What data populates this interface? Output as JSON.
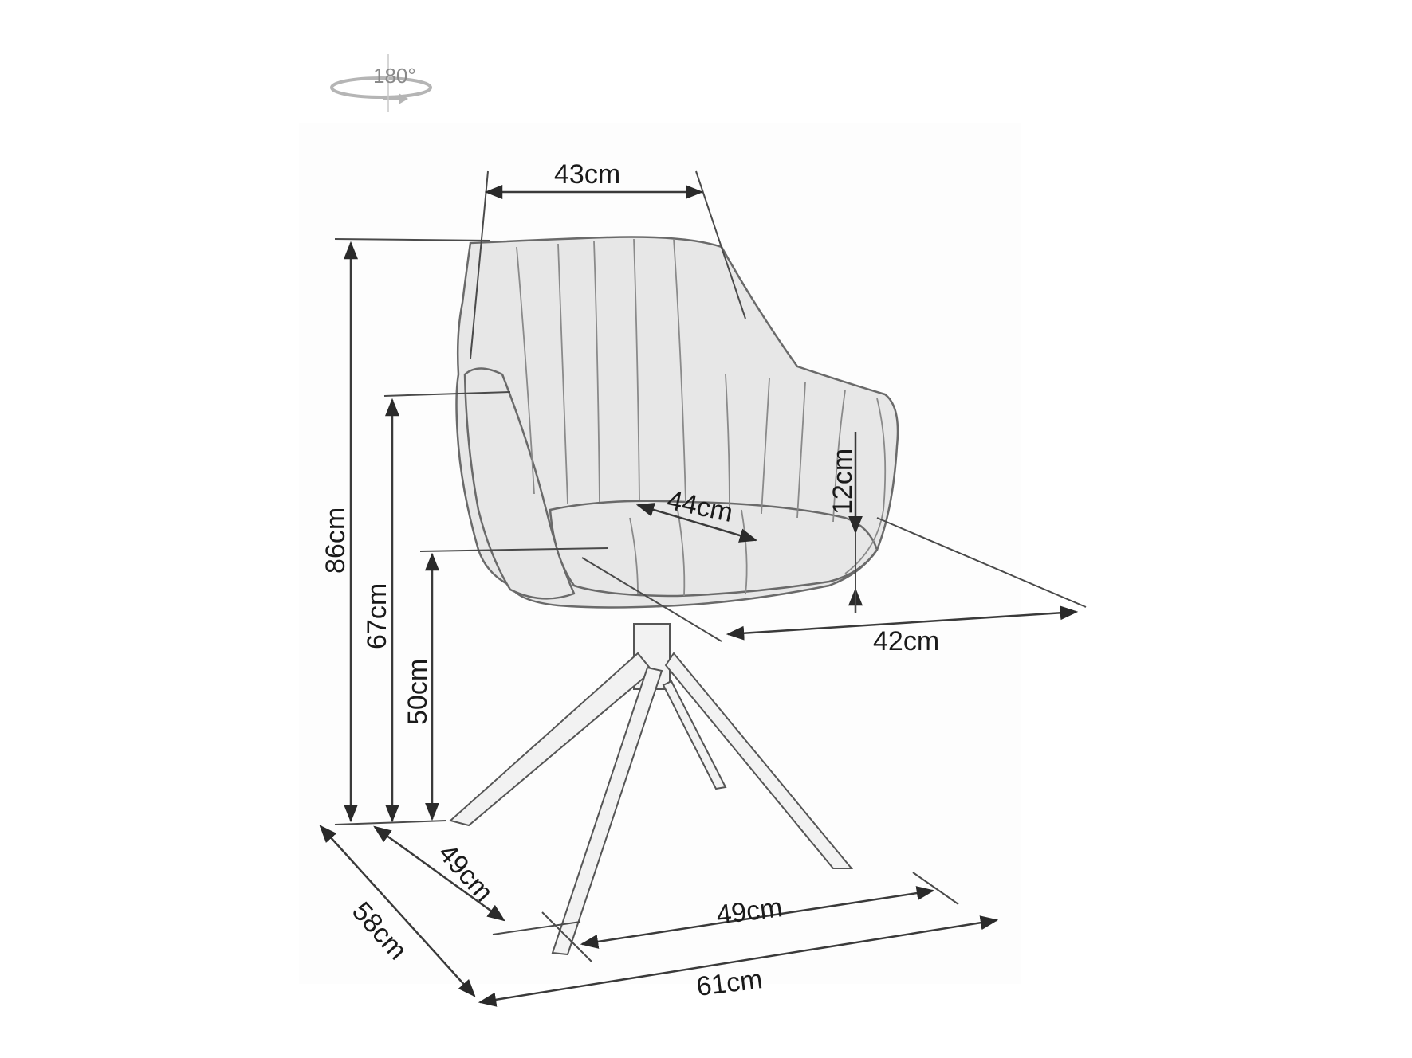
{
  "diagram": {
    "subject": "Swivel armchair dimension drawing",
    "rotation_badge": {
      "label": "180°",
      "icon": "rotate-arrow-icon",
      "color": "#9a9a9a"
    },
    "colors": {
      "line": "#3a3a3a",
      "chair_fill": "#e7e7e7",
      "text": "#1a1a1a",
      "background": "#ffffff"
    },
    "dimensions": {
      "backrest_width": "43cm",
      "total_height": "86cm",
      "armrest_height": "67cm",
      "seat_height": "50cm",
      "seat_width": "44cm",
      "armrest_above_seat": "12cm",
      "seat_depth": "42cm",
      "base_depth": "49cm",
      "base_width": "49cm",
      "total_depth": "58cm",
      "total_width": "61cm"
    }
  }
}
